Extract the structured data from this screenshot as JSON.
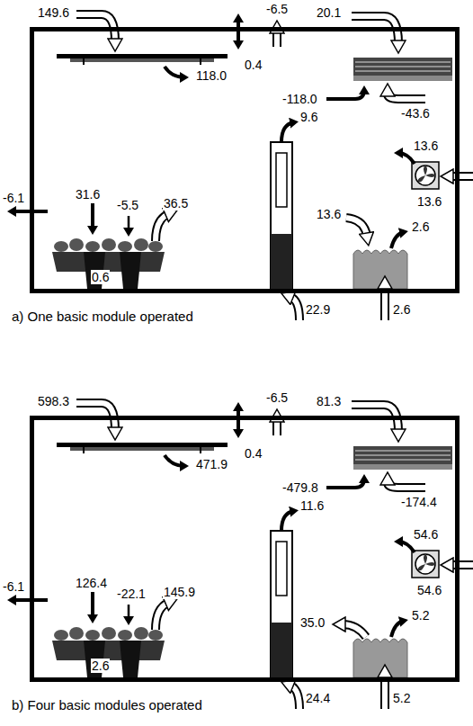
{
  "diagram": {
    "nodes": [
      {
        "text": [
          "a) One basic module operated"
        ]
      },
      {
        "text": [
          "b) Four basic modules operated"
        ]
      }
    ],
    "labels": [
      "149.6",
      "0.4",
      "-6.5",
      "20.1",
      "118.0",
      "-118.0",
      "-43.6",
      "-6.1",
      "9.6",
      "31.6",
      "-5.5",
      "36.5",
      "13.6",
      "13.6",
      "2.6",
      "13.6",
      "0.6",
      "22.9",
      "2.6",
      "598.3",
      "0.4",
      "-6.5",
      "81.3",
      "471.9",
      "-479.8",
      "-174.4",
      "-6.1",
      "11.6",
      "126.4",
      "-22.1",
      "145.9",
      "54.6",
      "35.0",
      "5.2",
      "54.6",
      "2.6",
      "24.4",
      "5.2"
    ]
  }
}
